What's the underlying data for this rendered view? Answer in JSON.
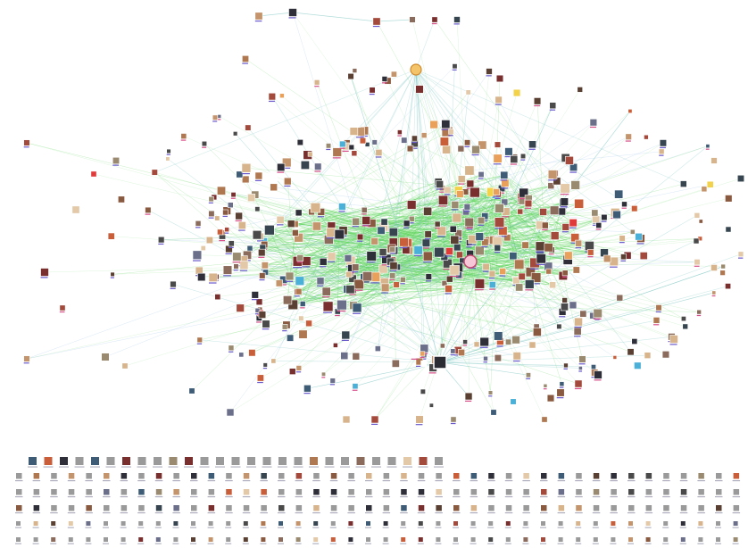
{
  "colors": {
    "background": "#ffffff",
    "edge_dense": "#5ed55a",
    "edge_sparse": "#8fb9e6",
    "edge_fringe": "#7fc7c2",
    "label_blue": "#6a5acd",
    "label_pink": "#d94f8a",
    "node_palette": [
      "#5a3f33",
      "#8a5a40",
      "#c4956c",
      "#2f2f3a",
      "#a34a3c",
      "#6b6f8a",
      "#3e5c76",
      "#b07850",
      "#d8b48c",
      "#4a4a4a",
      "#7a2f2f",
      "#9a8a70",
      "#e3c9a8",
      "#36454f",
      "#8b6c5c",
      "#c95f3a"
    ],
    "accent_nodes": [
      "#e8a05a",
      "#e03b3b",
      "#f2d24a",
      "#ffffff",
      "#4bb0d8"
    ]
  },
  "network": {
    "hub_icons": [
      {
        "name": "central-hub-icon",
        "kind": "pink-circle"
      },
      {
        "name": "top-hub-icon",
        "kind": "orange-circle"
      },
      {
        "name": "bottom-hub-icon",
        "kind": "dark-square"
      }
    ],
    "isolates_rows": 6
  }
}
